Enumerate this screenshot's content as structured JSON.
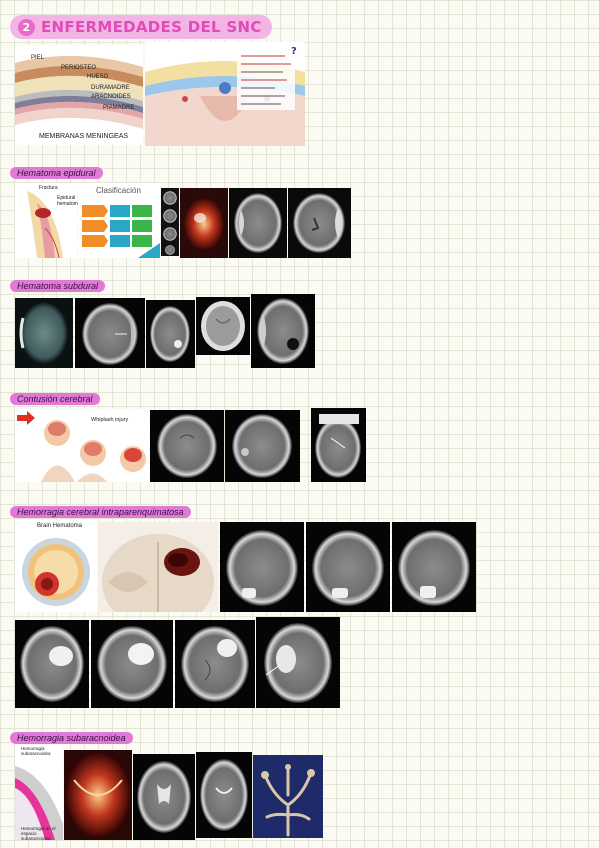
{
  "page": {
    "title_number": "2",
    "title": "ENFERMEDADES DEL SNC"
  },
  "sections": {
    "epidural": "Hematoma epidural",
    "subdural": "Hematoma subdural",
    "contusion": "Contusión cerebral",
    "intraparenquimatosa": "Hemorragia cerebral intraparenquimatosa",
    "subaracnoidea": "Hemorragia subaracnoidea"
  },
  "meninges_diagram": {
    "caption": "MEMBRANAS MENINGEAS",
    "labels": [
      "PIEL",
      "PERIOSTEO",
      "HUESO",
      "DURAMADRE",
      "ARACNOIDES",
      "PIAMADRE"
    ]
  },
  "epidural_figure": {
    "clasificacion_title": "Clasificación",
    "diagram_labels": [
      "Fractura",
      "Epidural hematoma"
    ]
  },
  "contusion_figure": {
    "caption": "Whiplash injury"
  },
  "intra_figure": {
    "caption": "Brain Hematoma"
  },
  "subaracnoidea_figure": {
    "top_label": "Hemorragia subaracnoidea",
    "bottom_label": "Hemorragia en el espacio subaracnoideo"
  }
}
